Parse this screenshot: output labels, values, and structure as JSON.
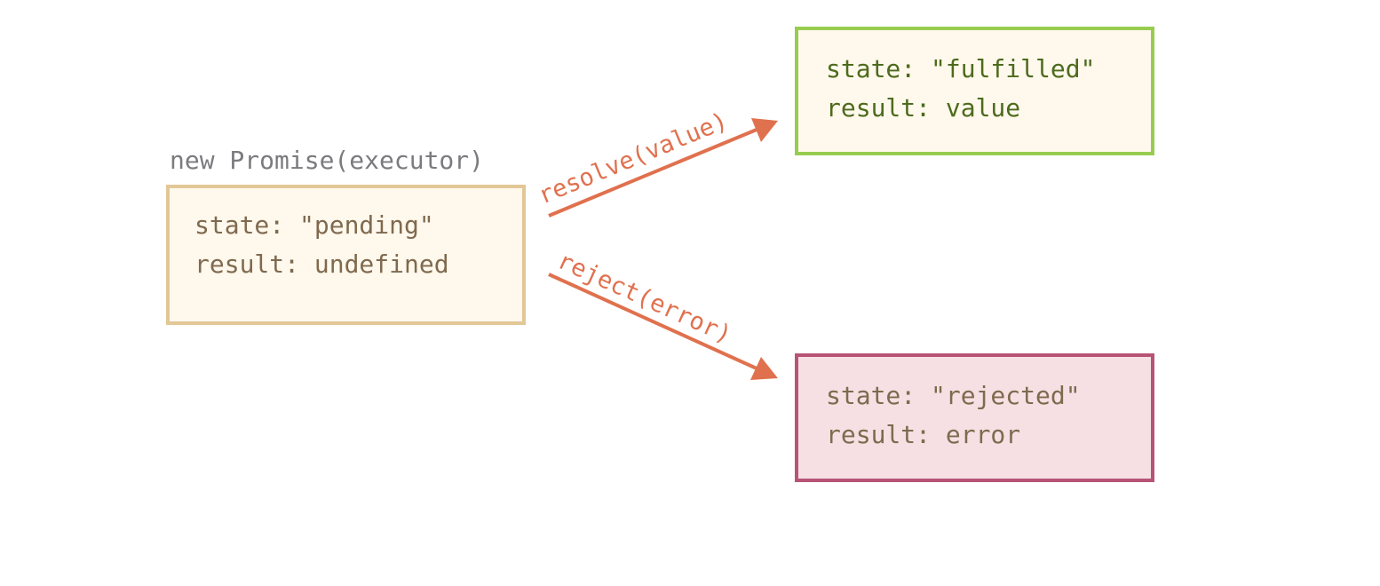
{
  "caption": "new Promise(executor)",
  "states": {
    "pending": {
      "state_line": "state: \"pending\"",
      "result_line": "result: undefined",
      "border_color": "#e2c797",
      "fill_color": "#fff8ec",
      "text_color": "#7f6a4f"
    },
    "fulfilled": {
      "state_line": "state: \"fulfilled\"",
      "result_line": "result: value",
      "border_color": "#98cc4f",
      "fill_color": "#fff8ec",
      "text_color": "#4d6b1d"
    },
    "rejected": {
      "state_line": "state: \"rejected\"",
      "result_line": "result: error",
      "border_color": "#b75476",
      "fill_color": "#f6e0e3",
      "text_color": "#7f6a4f"
    }
  },
  "transitions": {
    "resolve": {
      "label": "resolve(value)"
    },
    "reject": {
      "label": "reject(error)"
    },
    "color": "#e0714e"
  }
}
